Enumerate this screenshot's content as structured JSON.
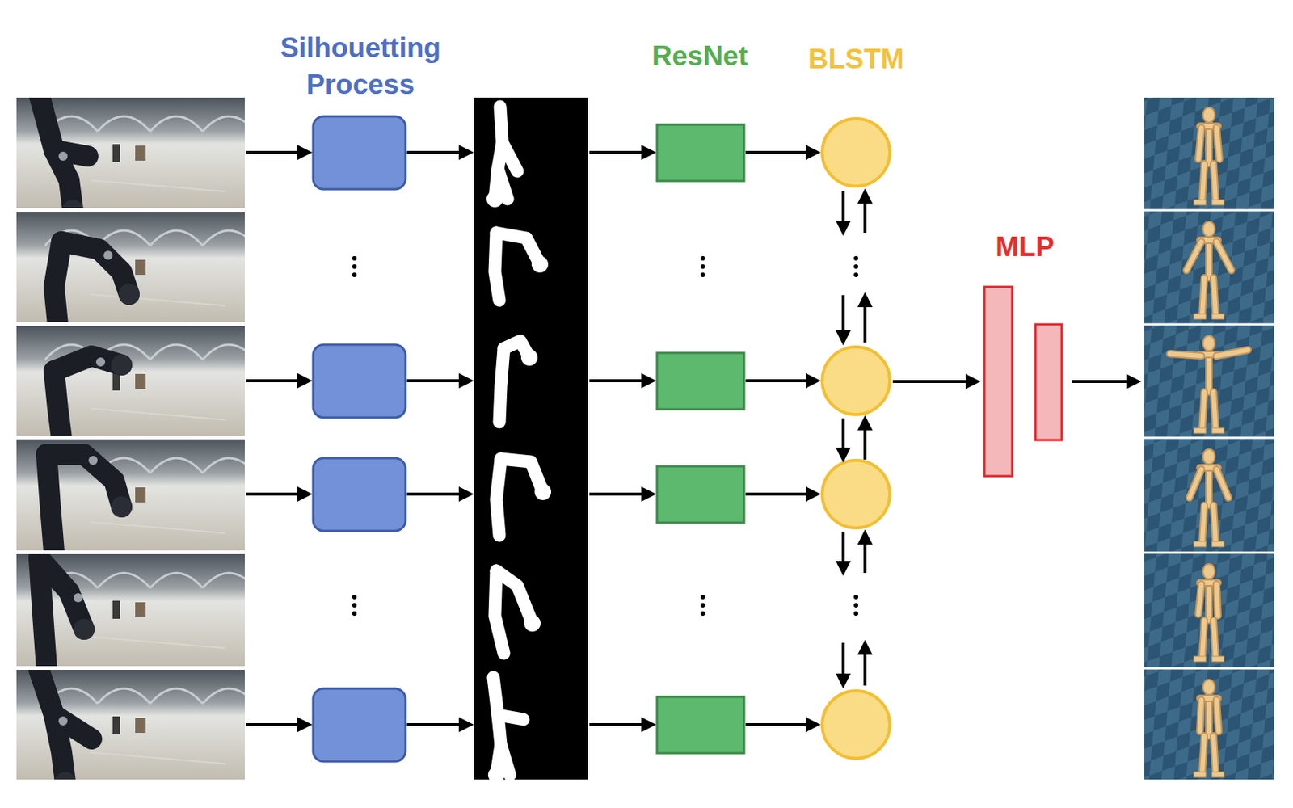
{
  "diagram": {
    "labels": [
      "Silhouetting Process",
      "ResNet",
      "BLSTM",
      "MLP"
    ]
  }
}
